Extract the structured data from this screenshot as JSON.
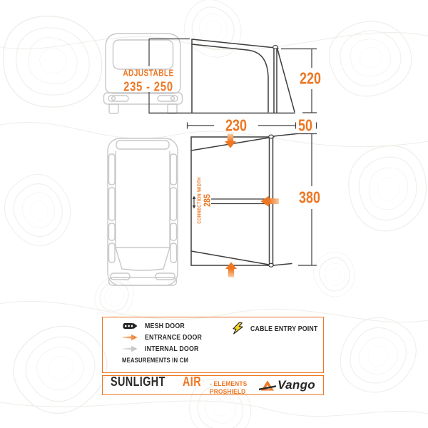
{
  "colors": {
    "orange": "#EE7622",
    "dark": "#3E3E3E",
    "van_gray": "#C8C8C8",
    "legend_text": "#2B2B2B",
    "bolt_yellow": "#F5D41F",
    "contour": "#EFEDE8"
  },
  "vehicle_rear": {
    "label": "ADJUSTABLE",
    "range": "235 - 250"
  },
  "side_view": {
    "height_cm": "220",
    "depth_cm": "230",
    "canopy_cm": "50"
  },
  "plan_view": {
    "length_cm": "380",
    "connection_width_label": "CONNECTION WIDTH",
    "connection_width_cm": "285"
  },
  "legend": {
    "items": [
      {
        "name": "mesh-door",
        "label": "MESH DOOR"
      },
      {
        "name": "entrance-door",
        "label": "ENTRANCE DOOR"
      },
      {
        "name": "internal-door",
        "label": "INTERNAL DOOR"
      },
      {
        "name": "cable-entry-point",
        "label": "CABLE ENTRY POINT"
      }
    ],
    "note": "MEASUREMENTS IN CM"
  },
  "footer": {
    "product": "SUNLIGHT",
    "variant": "AIR",
    "suffix": "- ELEMENTS PROSHIELD",
    "brand": "Vango"
  }
}
